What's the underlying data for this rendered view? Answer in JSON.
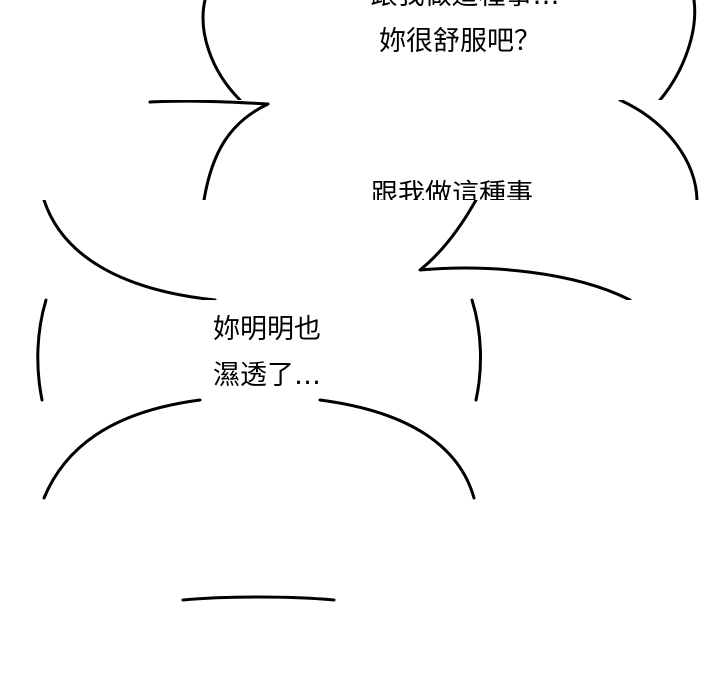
{
  "bubbles": [
    {
      "lines": [
        "跟我做這種事…",
        "妳很舒服吧？"
      ]
    },
    {
      "lines": [
        "跟我做這種事"
      ]
    },
    {
      "lines": [
        "妳明明也",
        "濕透了…"
      ]
    }
  ],
  "colors": {
    "background": "#ffffff",
    "ink": "#000000"
  }
}
